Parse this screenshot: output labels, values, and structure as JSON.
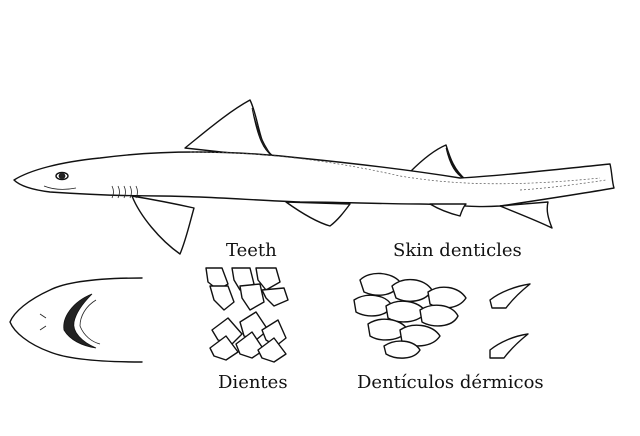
{
  "labels": {
    "teeth_en": "Teeth",
    "teeth_es": "Dientes",
    "skin_en": "Skin denticles",
    "skin_es": "Dentículos dérmicos"
  },
  "colors": {
    "ink": "#111111",
    "background": "#ffffff"
  }
}
